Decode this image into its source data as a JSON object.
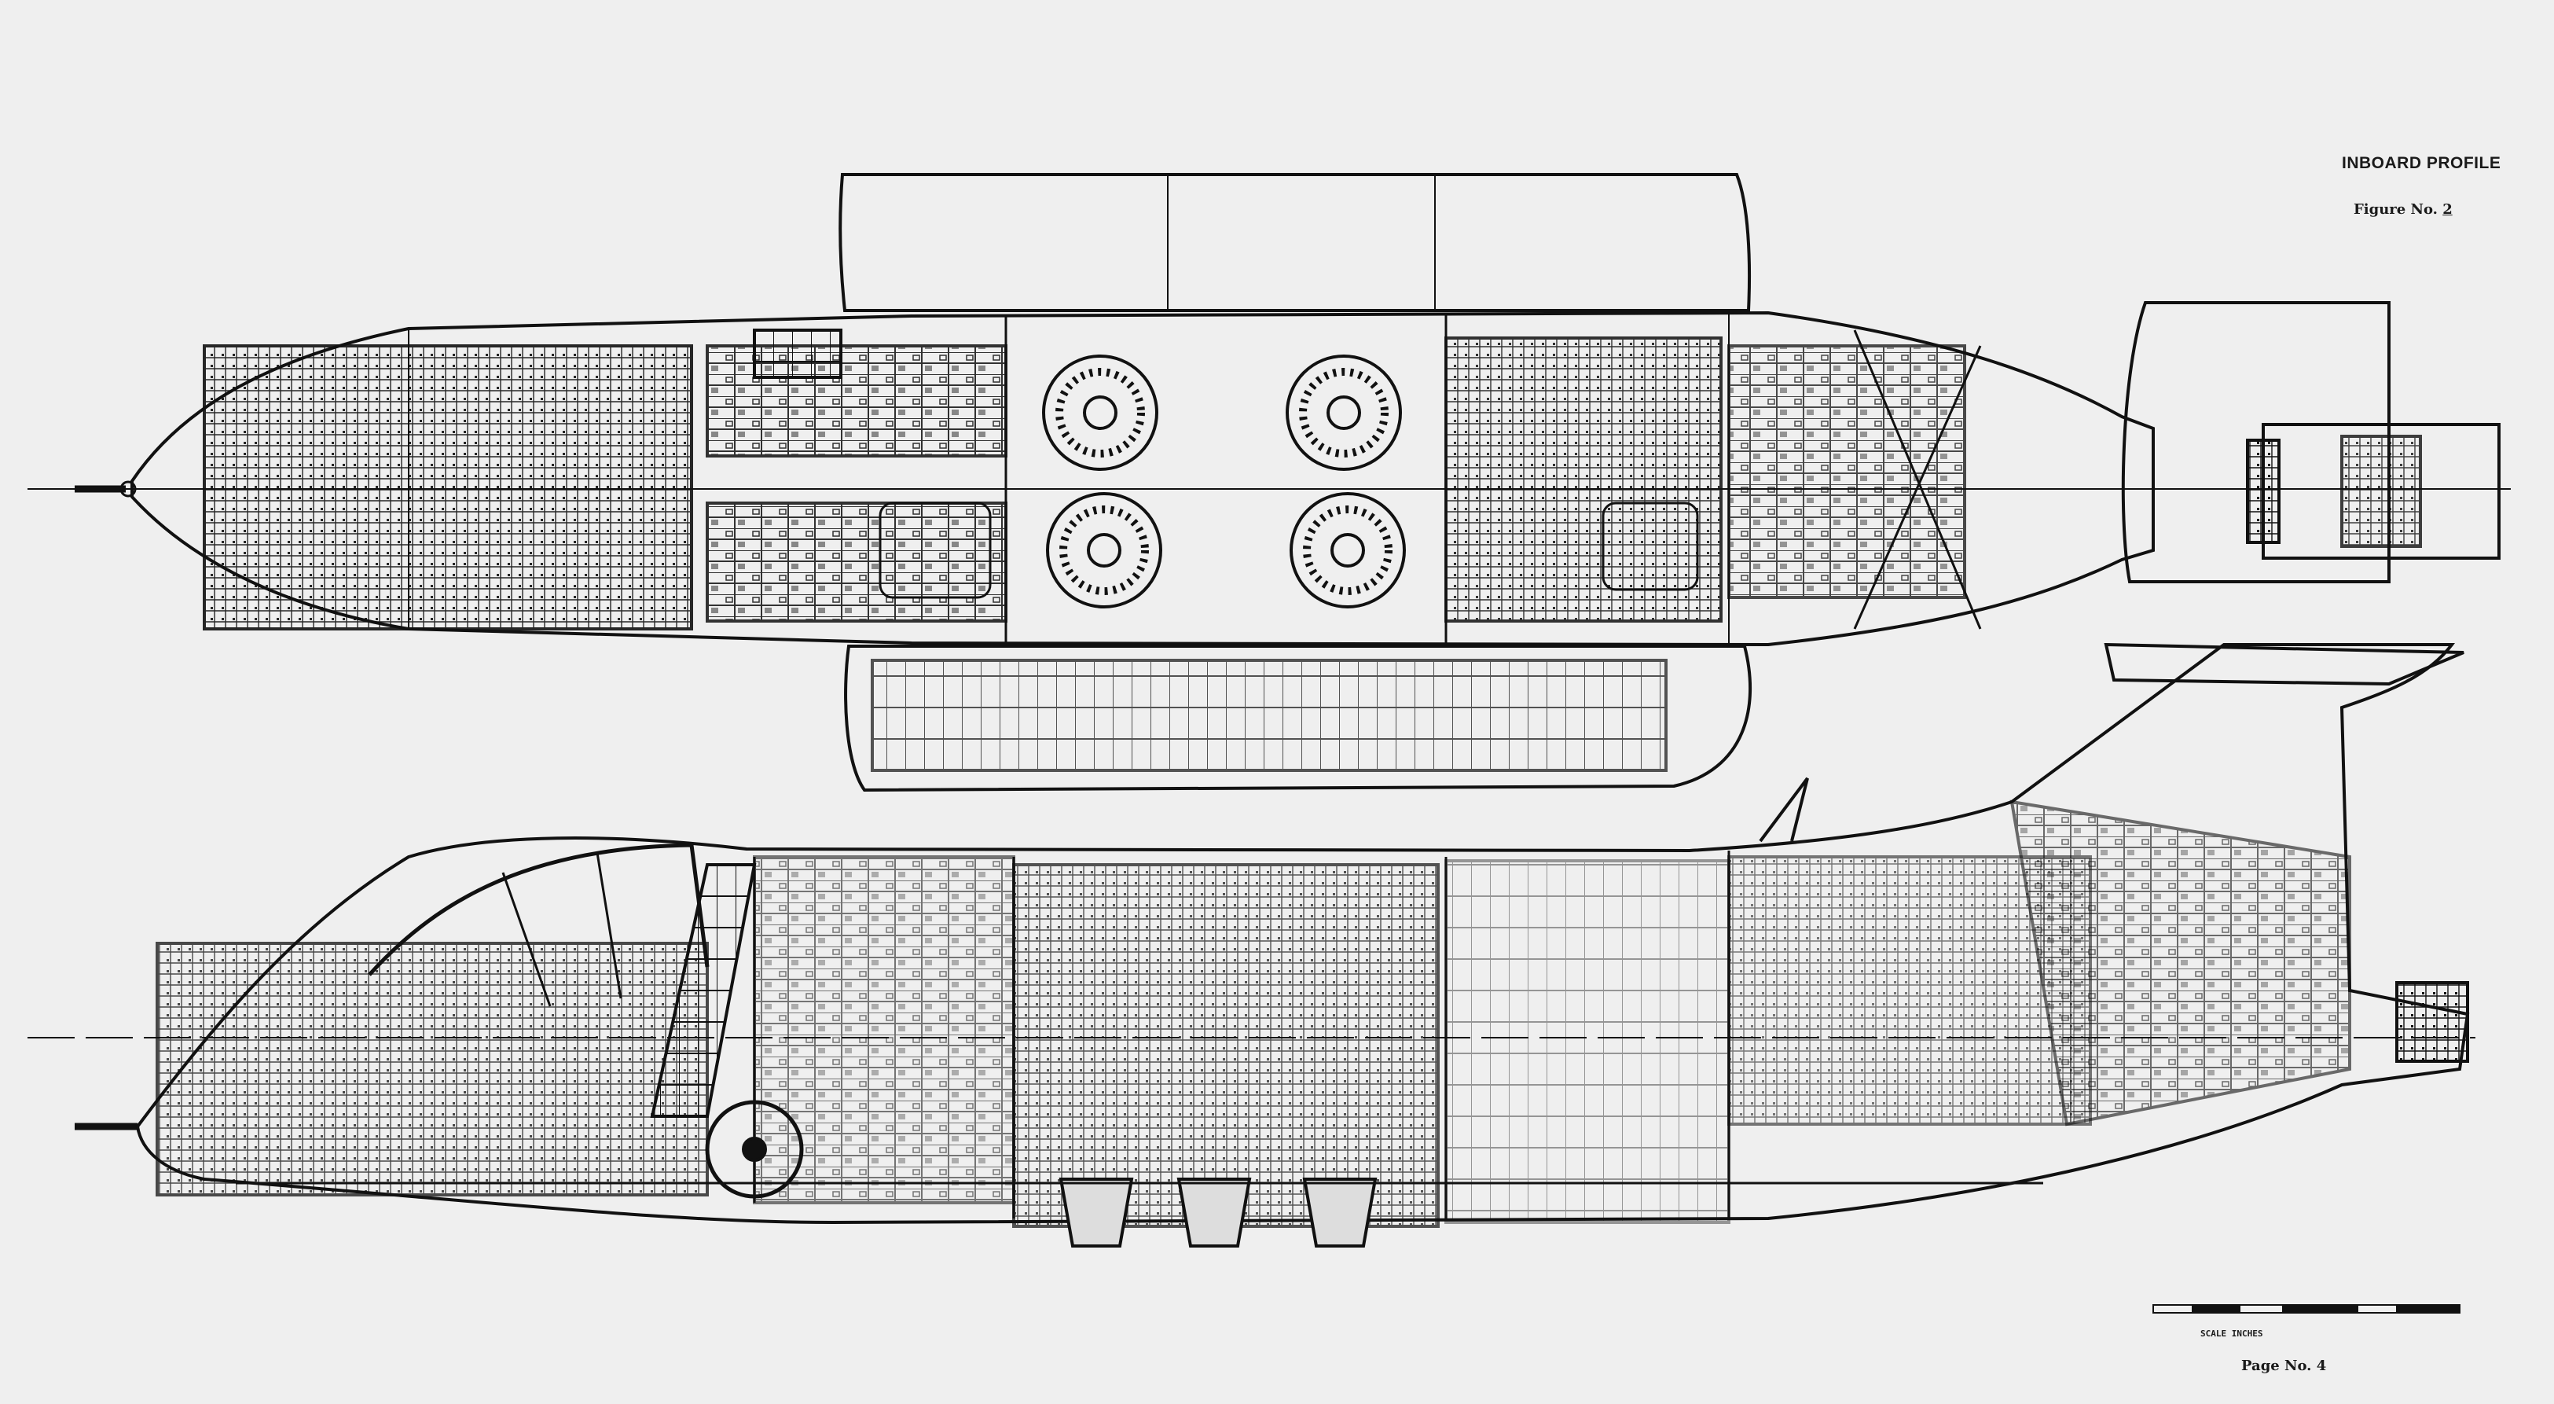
{
  "title": "INBOARD PROFILE",
  "figure_label": "Figure No.",
  "figure_number": "2",
  "page_label": "Page No.",
  "page_number": "4",
  "scale_caption": "SCALE INCHES",
  "views": [
    {
      "id": "top-view",
      "kind": "plan"
    },
    {
      "id": "side-view",
      "kind": "inboard-profile"
    }
  ],
  "colors": {
    "paper": "#efefef",
    "ink": "#111111"
  }
}
